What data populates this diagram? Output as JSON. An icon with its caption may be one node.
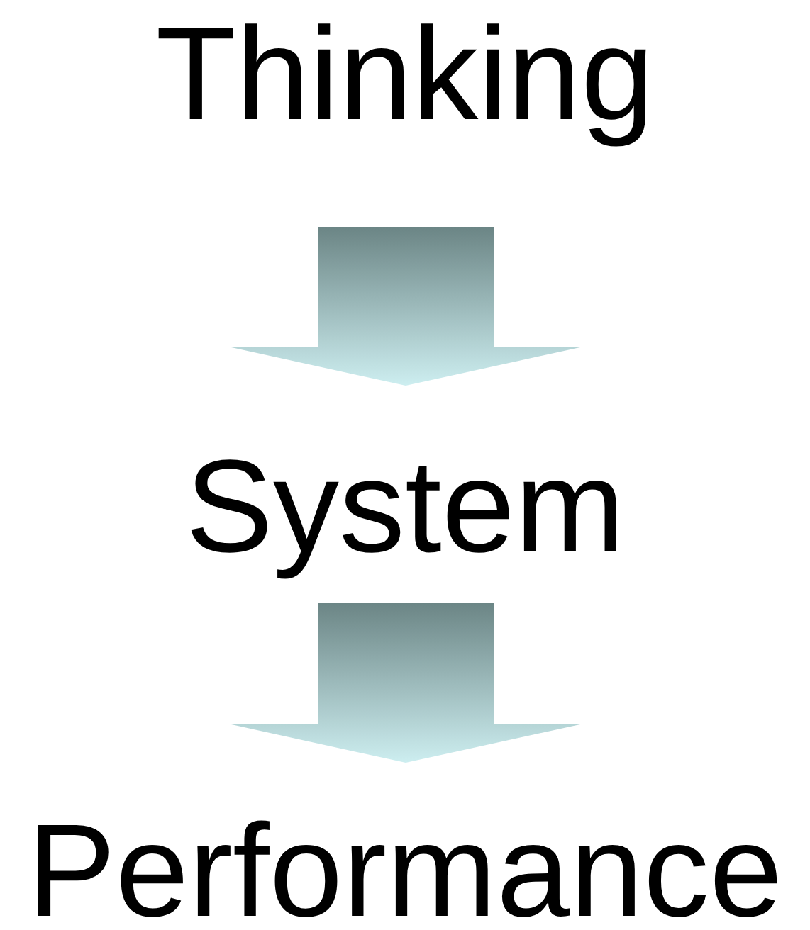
{
  "diagram": {
    "nodes": [
      {
        "text": [
          "Thinking"
        ]
      },
      {
        "text": [
          "System"
        ]
      },
      {
        "text": [
          "Performance"
        ]
      }
    ],
    "edges": [
      {
        "from": 0,
        "to": 1,
        "arrow": "to"
      },
      {
        "from": 1,
        "to": 2,
        "arrow": "to"
      }
    ]
  }
}
